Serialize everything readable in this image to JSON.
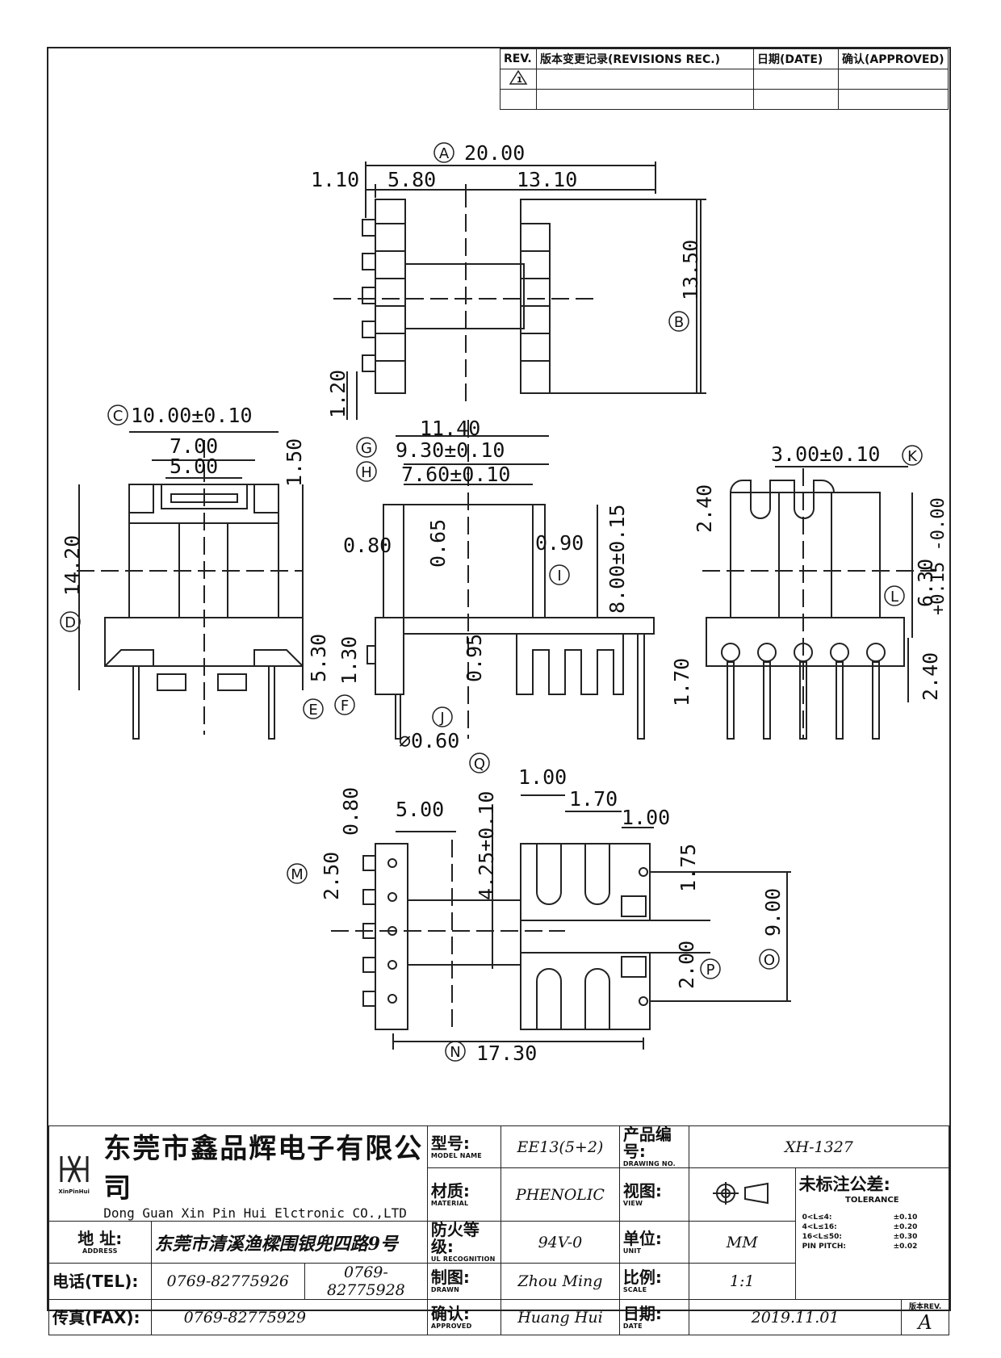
{
  "revision_table": {
    "headers": [
      "REV.",
      "版本变更记录(REVISIONS REC.)",
      "日期(DATE)",
      "确认(APPROVED)"
    ],
    "row_mark": "1"
  },
  "dimensions": {
    "a_total": "20.00",
    "top_110": "1.10",
    "top_580": "5.80",
    "top_1310": "13.10",
    "b_1350": "13.50",
    "left_120": "1.20",
    "c_10": "10.00±0.10",
    "d_700": "7.00",
    "d_500": "5.00",
    "d_150": "1.50",
    "d_1420": "14.20",
    "d_530": "5.30",
    "d_130": "1.30",
    "g_1140": "11.40",
    "g_930": "9.30±0.10",
    "h_760": "7.60±0.10",
    "m_080": "0.80",
    "m_065": "0.65",
    "m_090": "0.90",
    "i_800": "8.00±0.15",
    "m_095": "0.95",
    "j_060": "⌀0.60",
    "k_300": "3.00±0.10",
    "k_240": "2.40",
    "l_630": "6.30",
    "l_tol": "+0.15 -0.00",
    "k_170": "1.70",
    "k_240b": "2.40",
    "b_080": "0.80",
    "b_500": "5.00",
    "b_250": "2.50",
    "q_425": "4.25±0.10",
    "b_100": "1.00",
    "b_170": "1.70",
    "b_100b": "1.00",
    "b_175": "1.75",
    "b_900": "9.00",
    "b_200": "2.00",
    "n_1730": "17.30"
  },
  "labels": {
    "A": "A",
    "B": "B",
    "C": "C",
    "D": "D",
    "E": "E",
    "F": "F",
    "G": "G",
    "H": "H",
    "I": "I",
    "J": "J",
    "K": "K",
    "L": "L",
    "M": "M",
    "N": "N",
    "O": "O",
    "P": "P",
    "Q": "Q"
  },
  "title_block": {
    "company_cn": "东莞市鑫品辉电子有限公司",
    "company_en": "Dong Guan Xin Pin Hui Elctronic CO.,LTD",
    "logo_text": "XinPinHui",
    "address_label": "地 址:",
    "address_sub": "ADDRESS",
    "address": "东莞市清溪渔樑围银兜四路9号",
    "tel_label": "电话(TEL):",
    "tel": "0769-82775926",
    "tel2": "0769-82775928",
    "fax_label": "传真(FAX):",
    "fax": "0769-82775929",
    "model_label": "型号:",
    "model_sub": "MODEL NAME",
    "model": "EE13(5+2)",
    "material_label": "材质:",
    "material_sub": "MATERIAL",
    "material": "PHENOLIC",
    "fire_label": "防火等级:",
    "fire_sub": "UL RECOGNITION",
    "fire": "94V-0",
    "drawn_label": "制图:",
    "drawn_sub": "DRAWN",
    "drawn": "Zhou Ming",
    "approved_label": "确认:",
    "approved_sub": "APPROVED",
    "approved": "Huang Hui",
    "drawing_no_label": "产品编号:",
    "drawing_no_sub": "DRAWING NO.",
    "drawing_no": "XH-1327",
    "view_label": "视图:",
    "view_sub": "VIEW",
    "unit_label": "单位:",
    "unit_sub": "UNIT",
    "unit": "MM",
    "scale_label": "比例:",
    "scale_sub": "SCALE",
    "scale": "1:1",
    "date_label": "日期:",
    "date_sub": "DATE",
    "date": "2019.11.01",
    "tol_label": "未标注公差:",
    "tol_sub": "TOLERANCE",
    "tol_rows": [
      [
        "0<L≤4:",
        "±0.10"
      ],
      [
        "4<L≤16:",
        "±0.20"
      ],
      [
        "16<L≤50:",
        "±0.30"
      ],
      [
        "PIN PITCH:",
        "±0.02"
      ]
    ],
    "rev_label": "版本REV.",
    "rev": "A"
  }
}
